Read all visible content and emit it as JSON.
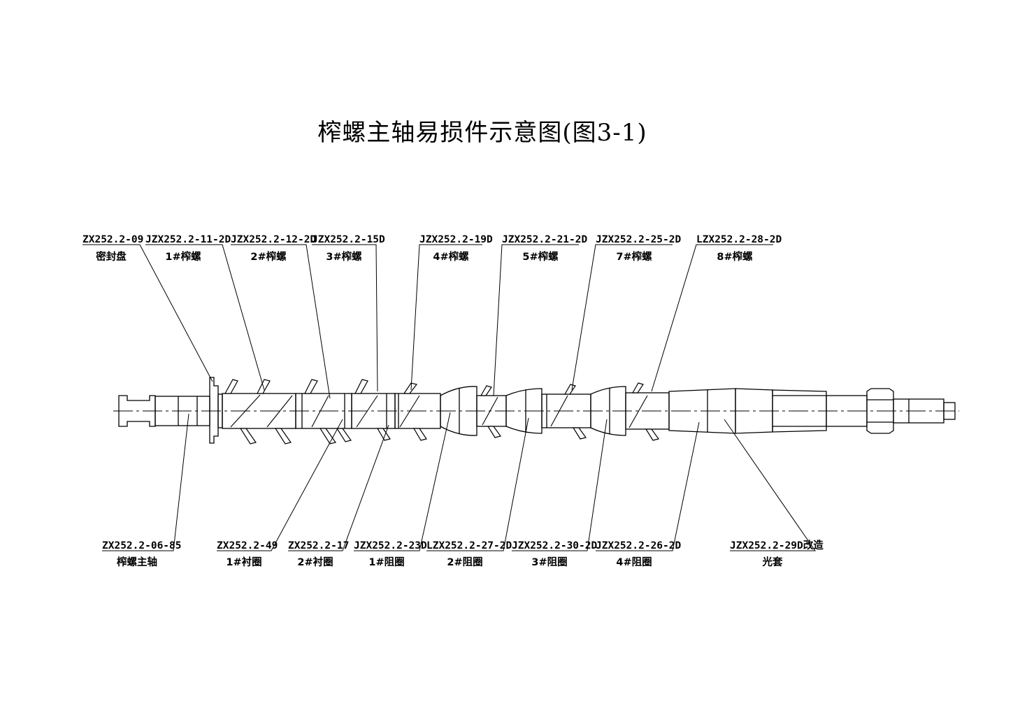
{
  "title": "榨螺主轴易损件示意图(图3-1)",
  "top_labels": [
    {
      "code": "ZX252.2-09",
      "name": "密封盘"
    },
    {
      "code": "JZX252.2-11-2D",
      "name": "1#榨螺"
    },
    {
      "code": "JZX252.2-12-2D",
      "name": "2#榨螺"
    },
    {
      "code": "JZX252.2-15D",
      "name": "3#榨螺"
    },
    {
      "code": "JZX252.2-19D",
      "name": "4#榨螺"
    },
    {
      "code": "JZX252.2-21-2D",
      "name": "5#榨螺"
    },
    {
      "code": "JZX252.2-25-2D",
      "name": "7#榨螺"
    },
    {
      "code": "LZX252.2-28-2D",
      "name": "8#榨螺"
    }
  ],
  "bottom_labels": [
    {
      "code": "ZX252.2-06-85",
      "name": "榨螺主轴"
    },
    {
      "code": "ZX252.2-49",
      "name": "1#衬圈"
    },
    {
      "code": "ZX252.2-17",
      "name": "2#衬圈"
    },
    {
      "code": "JZX252.2-23D",
      "name": "1#阻圈"
    },
    {
      "code": "LZX252.2-27-2D",
      "name": "2#阻圈"
    },
    {
      "code": "JZX252.2-30-2D",
      "name": "3#阻圈"
    },
    {
      "code": "JZX252.2-26-2D",
      "name": "4#阻圈"
    },
    {
      "code": "JZX252.2-29D改造",
      "name": "光套"
    }
  ]
}
